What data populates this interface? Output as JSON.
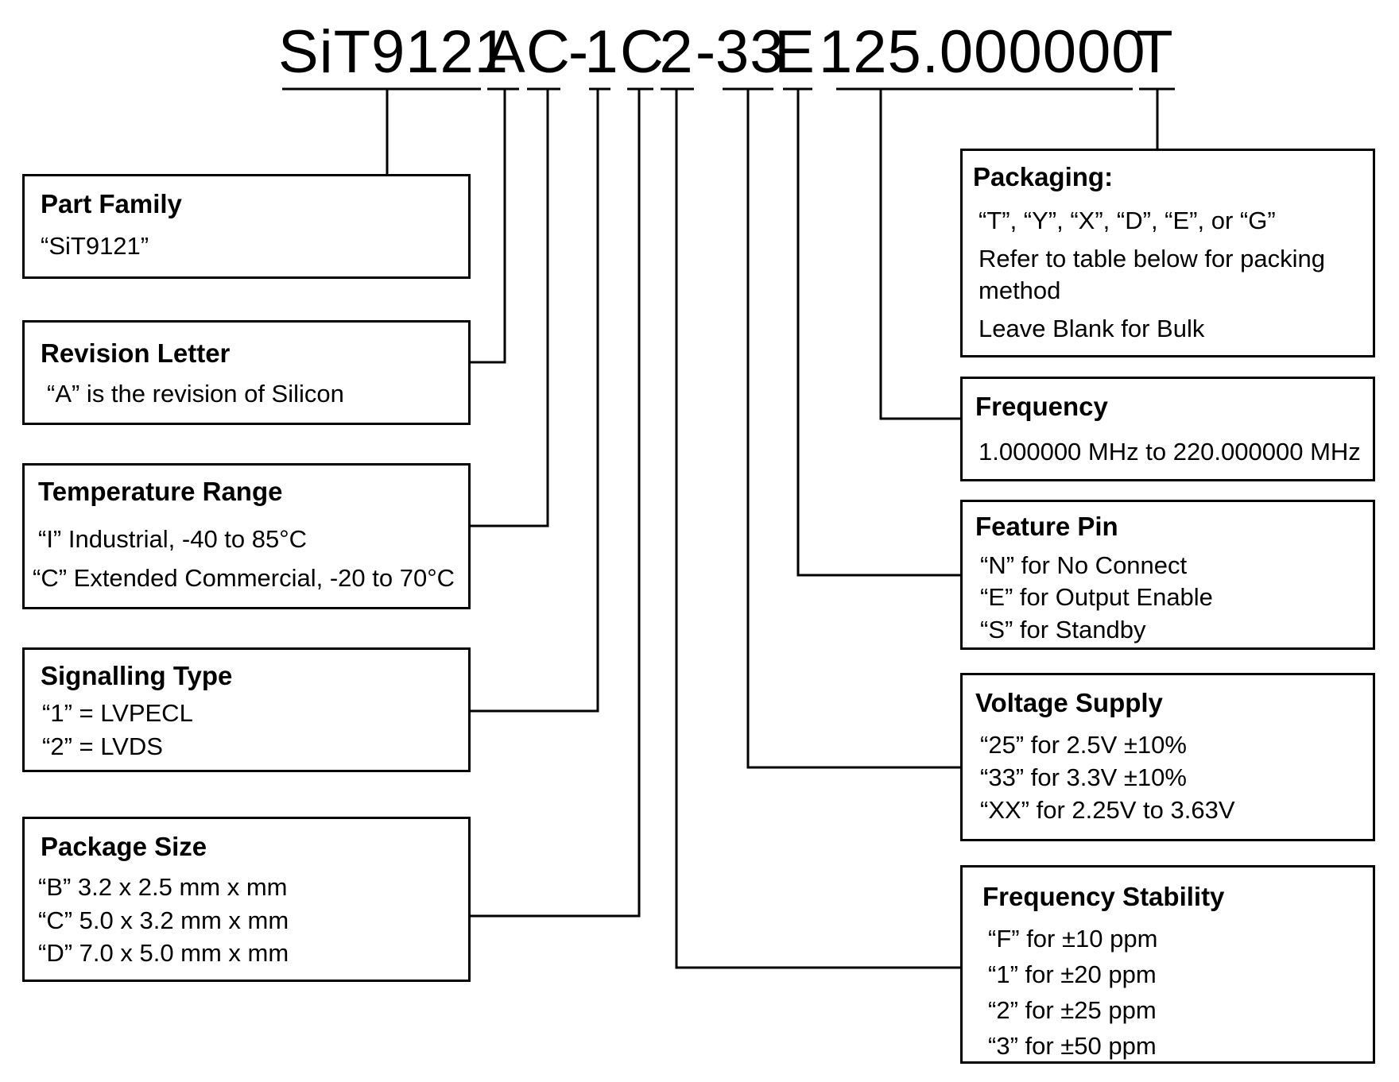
{
  "part_number": {
    "segments": [
      "SiT9121",
      "A",
      "C",
      "-",
      "1",
      "C",
      "2",
      "-",
      "33",
      "E",
      "125.000000",
      "T"
    ]
  },
  "boxes": {
    "part_family": {
      "title": "Part Family",
      "lines": [
        "“SiT9121”"
      ]
    },
    "revision_letter": {
      "title": "Revision Letter",
      "lines": [
        "“A” is the revision of Silicon"
      ]
    },
    "temperature_range": {
      "title": "Temperature Range",
      "lines": [
        "“I”   Industrial, -40 to 85°C",
        "“C”   Extended Commercial, -20 to 70°C"
      ]
    },
    "signalling_type": {
      "title": "Signalling Type",
      "lines": [
        "“1” = LVPECL",
        "“2” = LVDS"
      ]
    },
    "package_size": {
      "title": "Package Size",
      "lines": [
        "“B”  3.2 x 2.5  mm x mm",
        "“C”  5.0 x 3.2 mm x mm",
        "“D”  7.0 x 5.0 mm x mm"
      ]
    },
    "packaging": {
      "title": "Packaging:",
      "lines": [
        "“T”, “Y”, “X”, “D”, “E”, or “G”",
        "Refer to table below for packing",
        "method",
        "Leave Blank  for Bulk"
      ]
    },
    "frequency": {
      "title": "Frequency",
      "lines": [
        "1.000000 MHz to 220.000000 MHz"
      ]
    },
    "feature_pin": {
      "title": "Feature Pin",
      "lines": [
        "“N” for No Connect",
        "“E” for Output Enable",
        "“S” for Standby"
      ]
    },
    "voltage_supply": {
      "title": "Voltage Supply",
      "lines": [
        "“25” for 2.5V ±10%",
        "“33” for 3.3V ±10%",
        "“XX” for 2.25V to 3.63V"
      ]
    },
    "frequency_stability": {
      "title": "Frequency Stability",
      "lines": [
        "“F” for ±10 ppm",
        "“1” for ±20 ppm",
        "“2” for ±25 ppm",
        "“3” for ±50 ppm"
      ]
    }
  }
}
